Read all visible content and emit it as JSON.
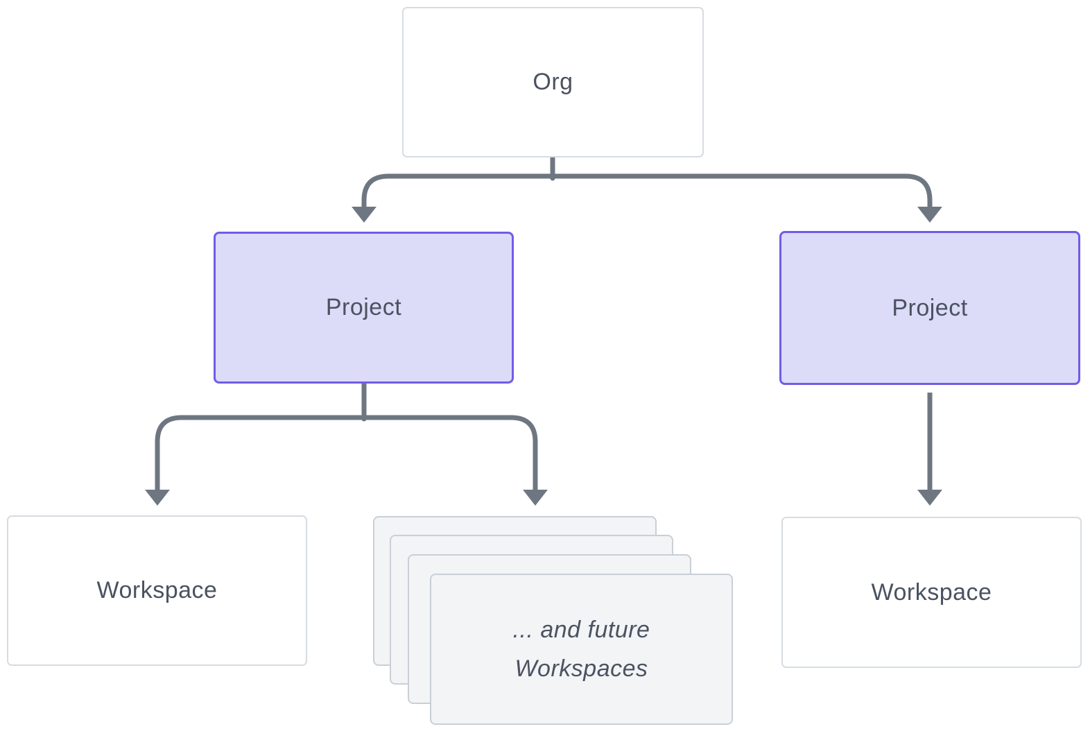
{
  "diagram": {
    "nodes": {
      "org": {
        "label": "Org"
      },
      "project_left": {
        "label": "Project"
      },
      "project_right": {
        "label": "Project"
      },
      "workspace_left": {
        "label": "Workspace"
      },
      "workspace_right": {
        "label": "Workspace"
      },
      "future_workspaces": {
        "line1": "... and future",
        "line2": "Workspaces",
        "stacked_cards": 4
      }
    },
    "edges": [
      {
        "from": "org",
        "to": "project_left"
      },
      {
        "from": "org",
        "to": "project_right"
      },
      {
        "from": "project_left",
        "to": "workspace_left"
      },
      {
        "from": "project_left",
        "to": "future_workspaces"
      },
      {
        "from": "project_right",
        "to": "workspace_right"
      }
    ],
    "colors": {
      "project_fill": "#dcdbf8",
      "project_border": "#6f5ce8",
      "box_border": "#d6dce2",
      "card_fill": "#f2f4f6",
      "card_border": "#c9cfd7",
      "arrow": "#6e7781",
      "text": "#4a5260"
    }
  }
}
